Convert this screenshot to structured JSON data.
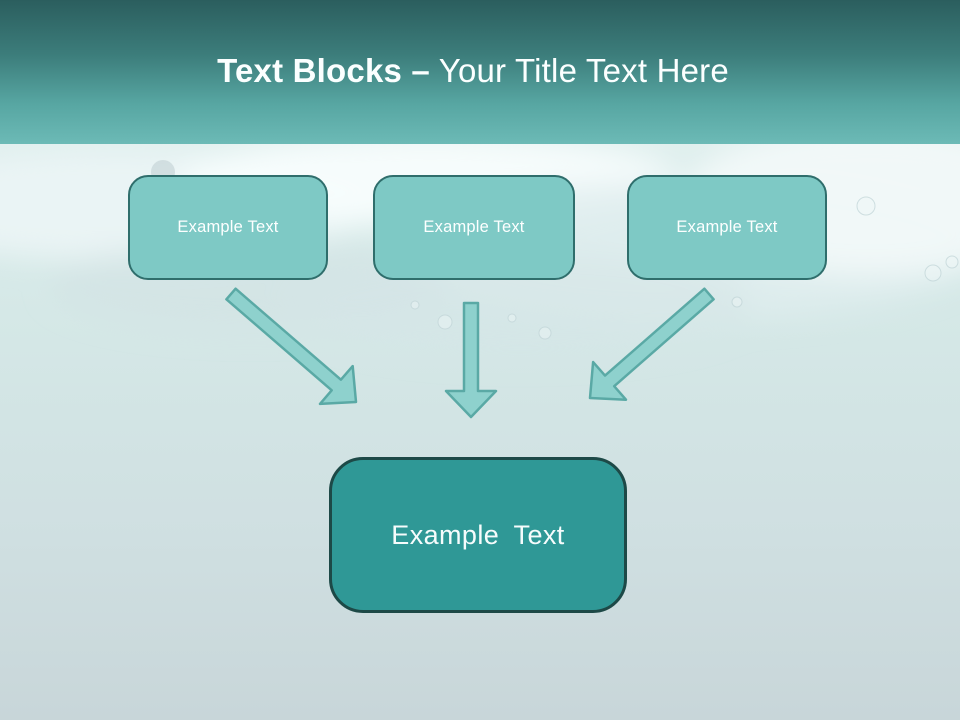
{
  "slide": {
    "title": {
      "bold": "Text Blocks –",
      "rest": "Your Title Text Here"
    },
    "blocks": [
      {
        "label": "Example Text"
      },
      {
        "label": "Example Text"
      },
      {
        "label": "Example Text"
      }
    ],
    "target": {
      "label": "Example Text"
    },
    "arrows": [
      {
        "name": "arrow-down-right"
      },
      {
        "name": "arrow-down"
      },
      {
        "name": "arrow-down-left"
      }
    ],
    "colors": {
      "header_top": "#2b5e5e",
      "header_bottom": "#6cbab6",
      "title_text": "#fbffff",
      "bg_top": "#f3fafa",
      "bg_bottom": "#c8d6d9",
      "box_fill": "#7ec9c5",
      "box_border": "#2f6e6c",
      "box_text": "#fdffff",
      "target_fill": "#2f9896",
      "target_border": "#1d4947",
      "target_text": "#f6fcfc",
      "arrow_fill": "#8ed1cd",
      "arrow_stroke": "#5aa9a5"
    }
  }
}
